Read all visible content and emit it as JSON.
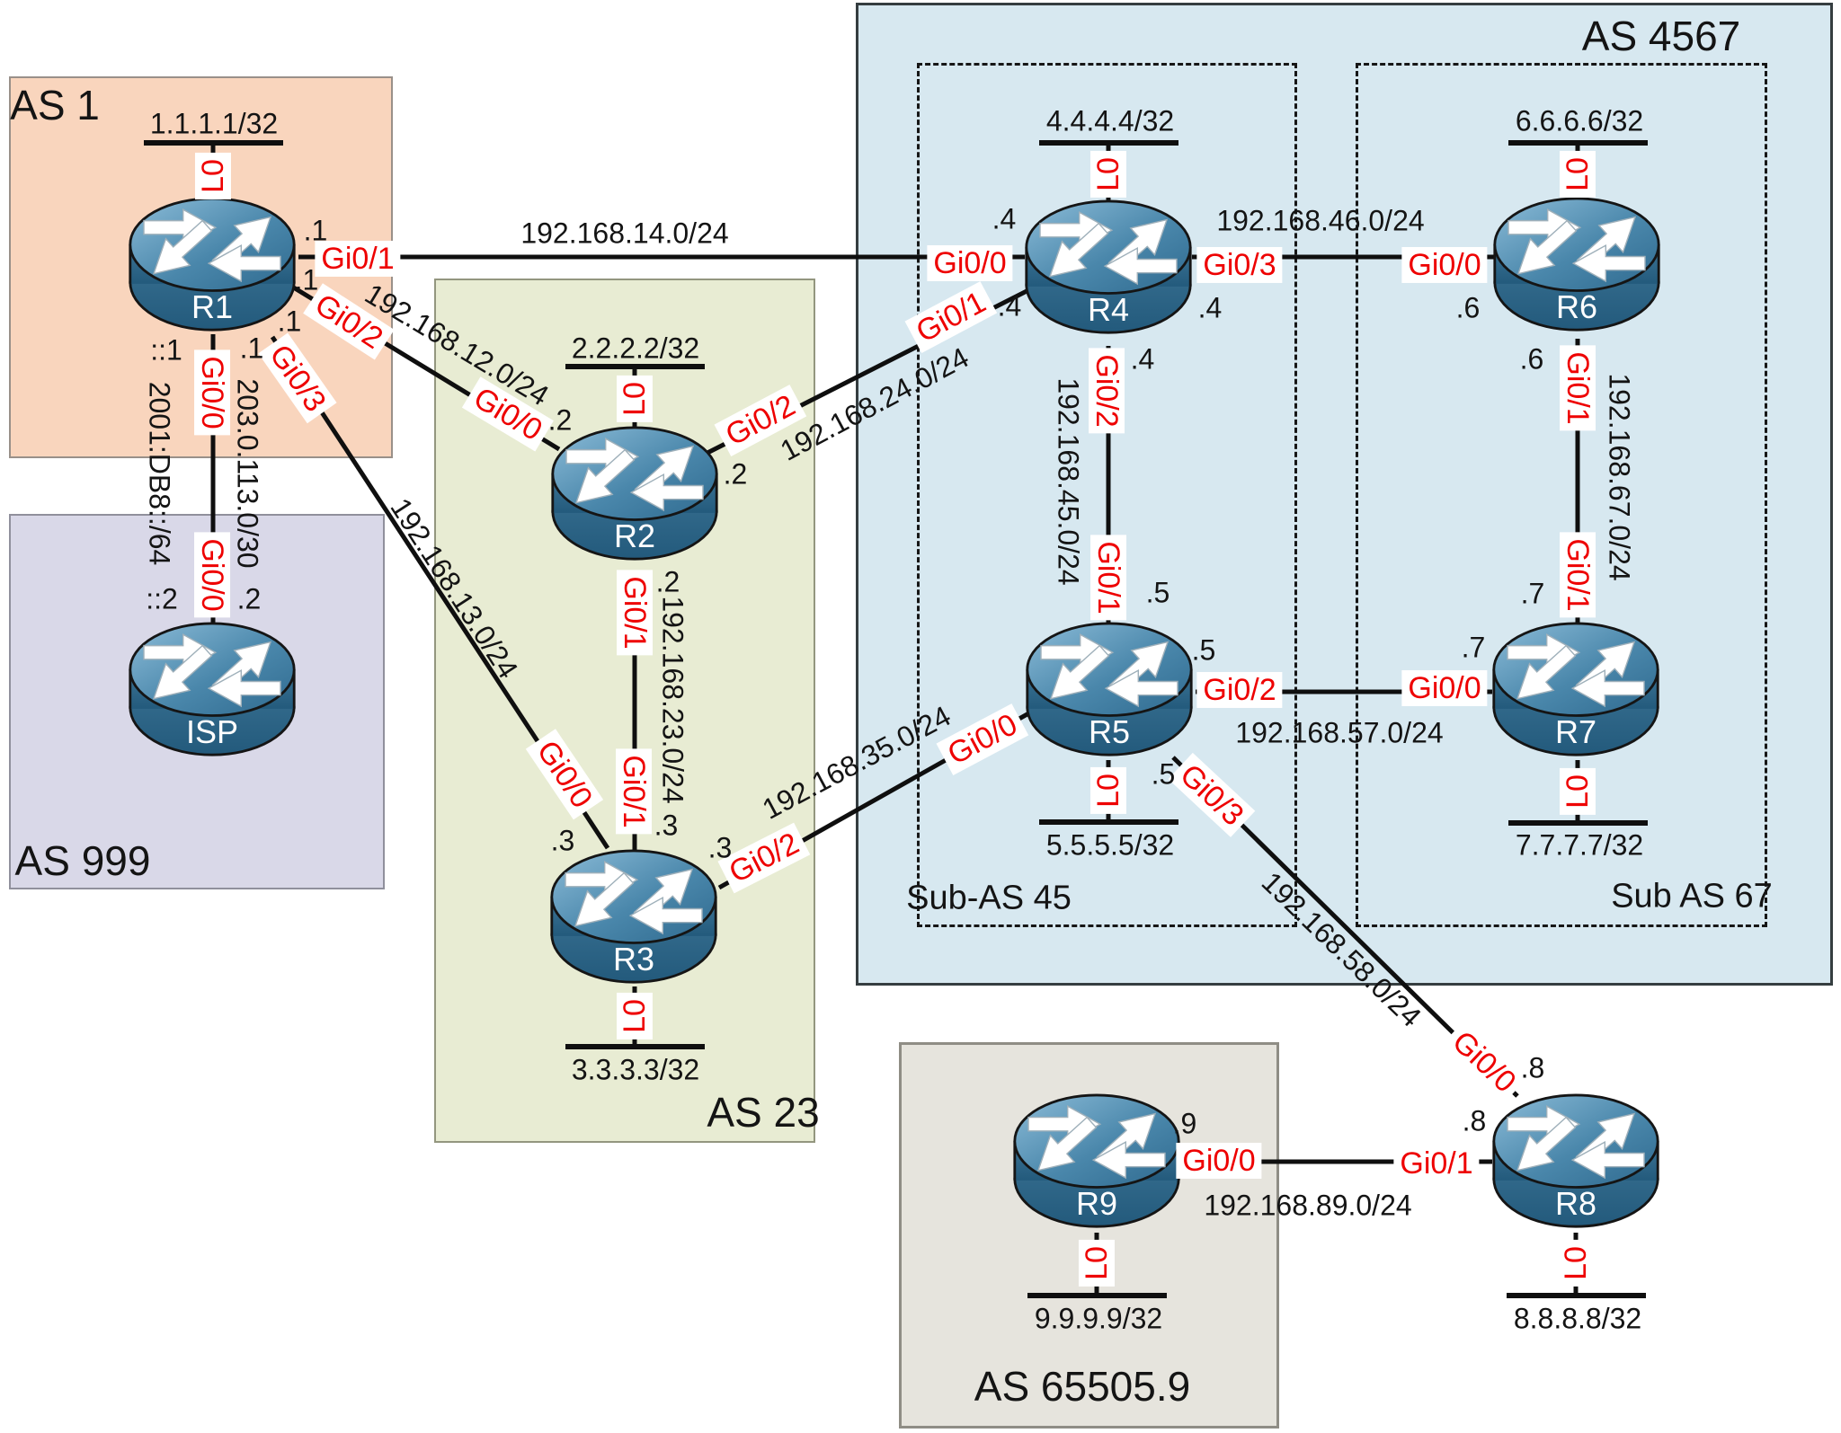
{
  "as_boxes": {
    "as1": "AS 1",
    "as999": "AS 999",
    "as23": "AS 23",
    "as4567": "AS 4567",
    "sub45": "Sub-AS 45",
    "sub67": "Sub AS 67",
    "as65505": "AS 65505.9"
  },
  "routers": {
    "r1": {
      "name": "R1",
      "loopback": "1.1.1.1/32",
      "loopback_if": "L0"
    },
    "r2": {
      "name": "R2",
      "loopback": "2.2.2.2/32",
      "loopback_if": "L0"
    },
    "r3": {
      "name": "R3",
      "loopback": "3.3.3.3/32",
      "loopback_if": "L0"
    },
    "r4": {
      "name": "R4",
      "loopback": "4.4.4.4/32",
      "loopback_if": "L0"
    },
    "r5": {
      "name": "R5",
      "loopback": "5.5.5.5/32",
      "loopback_if": "L0"
    },
    "r6": {
      "name": "R6",
      "loopback": "6.6.6.6/32",
      "loopback_if": "L0"
    },
    "r7": {
      "name": "R7",
      "loopback": "7.7.7.7/32",
      "loopback_if": "L0"
    },
    "r8": {
      "name": "R8",
      "loopback": "8.8.8.8/32",
      "loopback_if": "L0"
    },
    "r9": {
      "name": "R9",
      "loopback": "9.9.9.9/32",
      "loopback_if": "L0"
    },
    "isp": {
      "name": "ISP"
    }
  },
  "links": {
    "r1_r4": {
      "subnet": "192.168.14.0/24",
      "r1_if": "Gi0/1",
      "r1_addr": ".1",
      "r4_if": "Gi0/0",
      "r4_addr": ".4"
    },
    "r1_r2": {
      "subnet": "192.168.12.0/24",
      "r1_if": "Gi0/2",
      "r1_addr": ".1",
      "r2_if": "Gi0/0",
      "r2_addr": ".2"
    },
    "r1_r3": {
      "subnet": "192.168.13.0/24",
      "r1_if": "Gi0/3",
      "r1_addr": ".1",
      "r3_if": "Gi0/0",
      "r3_addr": ".3"
    },
    "r1_isp": {
      "ipv6_subnet": "2001:DB8::/64",
      "ipv4_subnet": "203.0.113.0/30",
      "r1_if": "Gi0/0",
      "r1_v6": "::1",
      "r1_v4": ".1",
      "isp_if": "Gi0/0",
      "isp_v6": "::2",
      "isp_v4": ".2"
    },
    "r2_r4": {
      "subnet": "192.168.24.0/24",
      "r2_if": "Gi0/2",
      "r2_addr": ".2",
      "r4_if": "Gi0/1",
      "r4_addr": ".4"
    },
    "r2_r3": {
      "subnet": "192.168.23.0/24",
      "r2_if": "Gi0/1",
      "r2_addr": ".2",
      "r3_if": "Gi0/1",
      "r3_addr": ".3"
    },
    "r3_r5": {
      "subnet": "192.168.35.0/24",
      "r3_if": "Gi0/2",
      "r3_addr": ".3",
      "r5_if": "Gi0/0"
    },
    "r4_r6": {
      "subnet": "192.168.46.0/24",
      "r4_if": "Gi0/3",
      "r4_addr": ".4",
      "r6_if": "Gi0/0",
      "r6_addr": ".6"
    },
    "r4_r5": {
      "subnet": "192.168.45.0/24",
      "r4_if": "Gi0/2",
      "r4_addr": ".4",
      "r5_if": "Gi0/1",
      "r5_addr": ".5"
    },
    "r5_r7": {
      "subnet": "192.168.57.0/24",
      "r5_if": "Gi0/2",
      "r5_addr": ".5",
      "r7_if": "Gi0/0",
      "r7_addr": ".7"
    },
    "r6_r7": {
      "subnet": "192.168.67.0/24",
      "r6_if": "Gi0/1",
      "r6_addr": ".6",
      "r7_if": "Gi0/1",
      "r7_addr": ".7"
    },
    "r5_r8": {
      "subnet": "192.168.58.0/24",
      "r5_if": "Gi0/3",
      "r5_addr": ".5",
      "r8_if": "Gi0/0",
      "r8_addr": ".8"
    },
    "r9_r8": {
      "subnet": "192.168.89.0/24",
      "r9_if": "Gi0/0",
      "r9_addr": ".9",
      "r8_if": "Gi0/1",
      "r8_addr": ".8"
    }
  },
  "colors": {
    "as1-fill": "#f9d5bd",
    "as999-fill": "#d9d8e8",
    "as23-fill": "#e8ecd3",
    "as4567-fill": "#d7e8f0",
    "as65505-fill": "#e6e4dd",
    "if-red": "#ee0000",
    "wire-black": "#0f0f0f"
  }
}
